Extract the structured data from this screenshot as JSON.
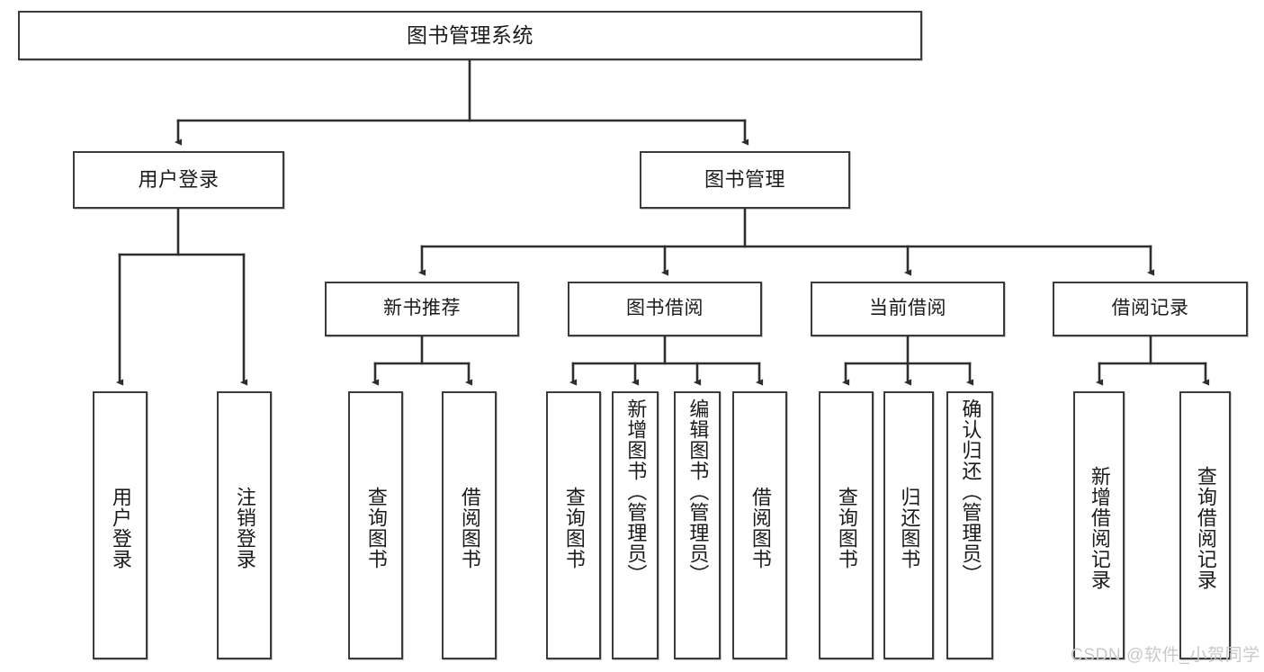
{
  "diagram": {
    "title": "图书管理系统",
    "watermark": "CSDN @软件_小贺同学",
    "colors": {
      "box_border": "#3b3b3b",
      "box_fill": "#ffffff",
      "connector": "#2e2e2e",
      "text": "#1b1b1b",
      "watermark": "#c9c9c9"
    },
    "root": {
      "label": "图书管理系统"
    },
    "level2": [
      {
        "label": "用户登录"
      },
      {
        "label": "图书管理"
      }
    ],
    "level3": [
      {
        "label": "新书推荐"
      },
      {
        "label": "图书借阅"
      },
      {
        "label": "当前借阅"
      },
      {
        "label": "借阅记录"
      }
    ],
    "leaves": {
      "user_login": [
        {
          "label": "用户登录"
        },
        {
          "label": "注销登录"
        }
      ],
      "new_book_recommend": [
        {
          "label": "查询图书"
        },
        {
          "label": "借阅图书"
        }
      ],
      "book_borrow": [
        {
          "label": "查询图书"
        },
        {
          "label": "新增图书（管理员）"
        },
        {
          "label": "编辑图书（管理员）"
        },
        {
          "label": "借阅图书"
        }
      ],
      "current_borrow": [
        {
          "label": "查询图书"
        },
        {
          "label": "归还图书"
        },
        {
          "label": "确认归还（管理员）"
        }
      ],
      "borrow_record": [
        {
          "label": "新增借阅记录"
        },
        {
          "label": "查询借阅记录"
        }
      ]
    }
  }
}
